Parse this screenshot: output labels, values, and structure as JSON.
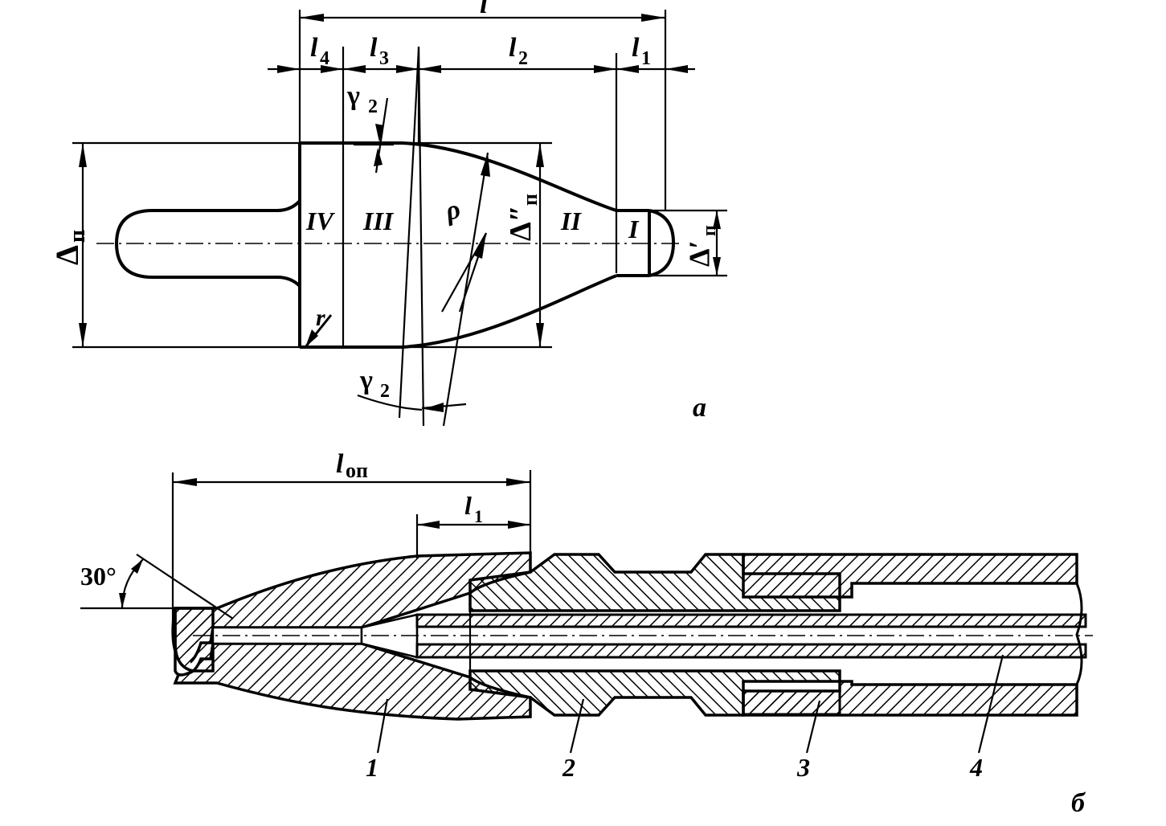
{
  "diagram_a": {
    "dim_total": "l",
    "dim_l1_sub": "1",
    "dim_l2_sub": "2",
    "dim_l3_sub": "3",
    "dim_l4_sub": "4",
    "dim_l_prefix": "l",
    "gamma": "γ",
    "gamma_sub": "2",
    "delta": "Δ",
    "delta_sub": "п",
    "delta_prime": "Δ′",
    "delta_double_prime": "Δ″",
    "rho": "ρ",
    "radius": "r",
    "zones": [
      "IV",
      "III",
      "II",
      "I"
    ],
    "caption": "а"
  },
  "diagram_b": {
    "dim_lop_prefix": "l",
    "dim_lop_sub": "оп",
    "dim_l1_prefix": "l",
    "dim_l1_sub": "1",
    "angle": "30°",
    "parts": [
      "1",
      "2",
      "3",
      "4"
    ],
    "caption": "б"
  }
}
